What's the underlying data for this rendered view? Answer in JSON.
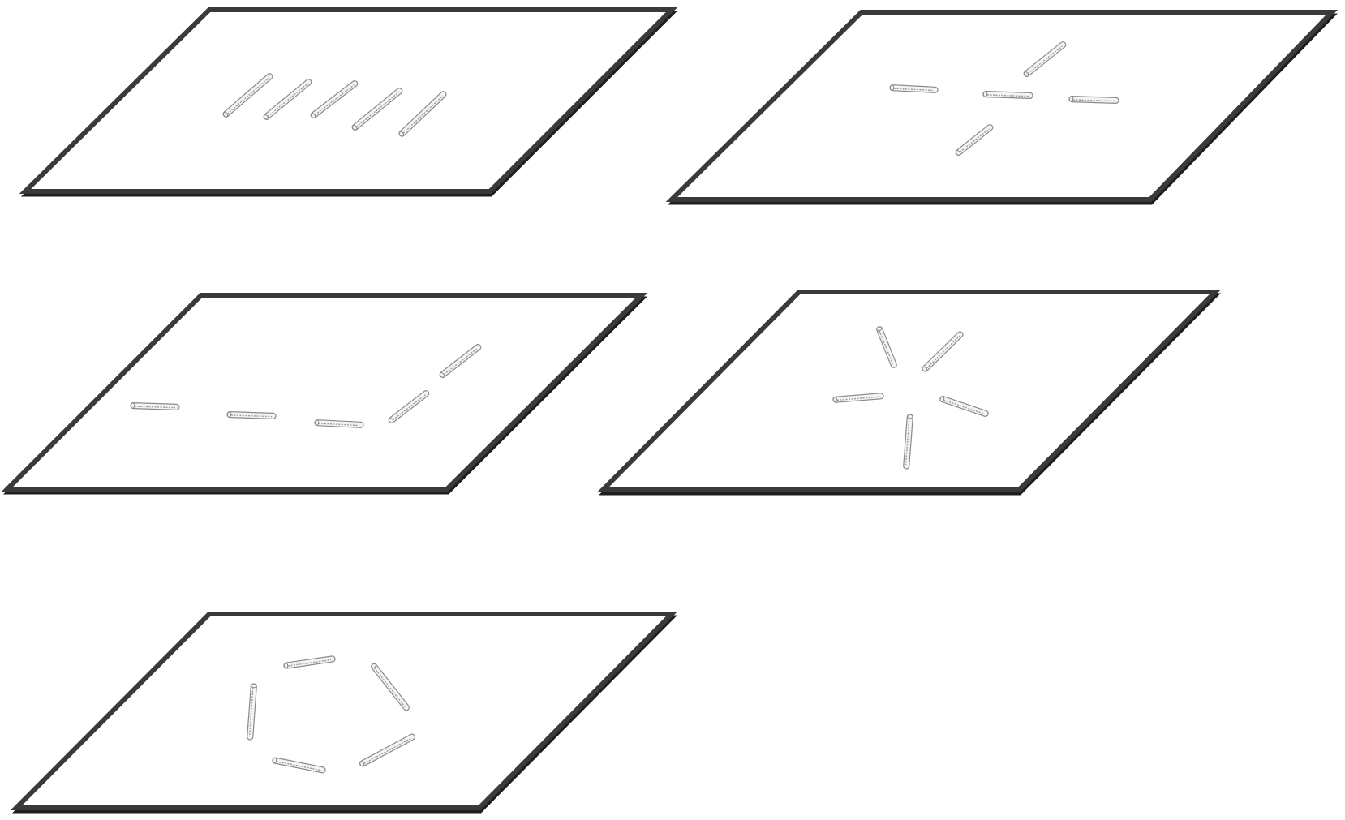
{
  "diagram": {
    "panels": [
      {
        "name": "panel-parallel-rods",
        "arrangement": "parallel",
        "rod_count": 5
      },
      {
        "name": "panel-cross-rods",
        "arrangement": "cross",
        "rod_count": 5
      },
      {
        "name": "panel-chain-rods",
        "arrangement": "chain",
        "rod_count": 5
      },
      {
        "name": "panel-radial-rods",
        "arrangement": "radial",
        "rod_count": 5
      },
      {
        "name": "panel-pentagon-rods",
        "arrangement": "pentagon",
        "rod_count": 5
      }
    ],
    "colors": {
      "background": "#ffffff",
      "plate_edge": "#3a3a3a",
      "rod_outline": "#8a8a8a",
      "rod_fill": "#f4f4f4",
      "rod_texture": "#9a9a9a"
    }
  }
}
